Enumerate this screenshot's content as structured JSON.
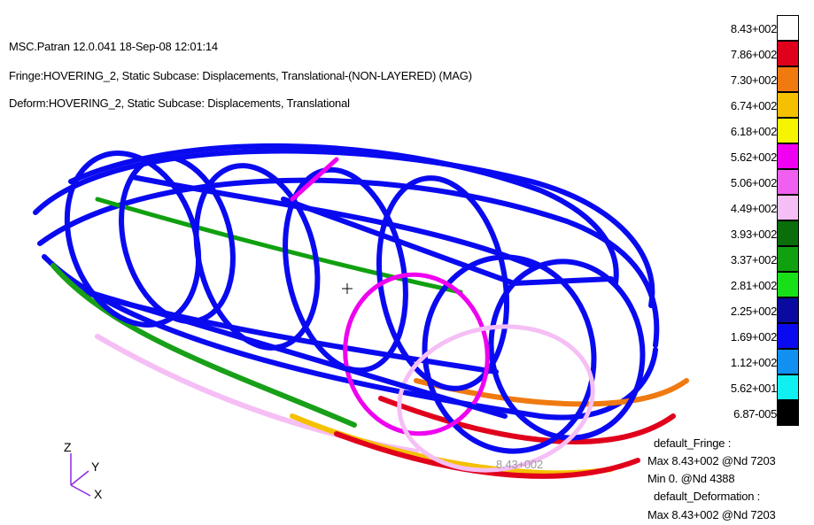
{
  "header": {
    "line1": "MSC.Patran 12.0.041 18-Sep-08 12:01:14",
    "line2": "Fringe:HOVERING_2, Static Subcase: Displacements, Translational-(NON-LAYERED) (MAG)",
    "line3": "Deform:HOVERING_2, Static Subcase: Displacements, Translational"
  },
  "legend": {
    "levels": [
      {
        "label": "8.43+002",
        "color": "#ffffff"
      },
      {
        "label": "7.86+002",
        "color": "#e0001c"
      },
      {
        "label": "7.30+002",
        "color": "#f07a10"
      },
      {
        "label": "6.74+002",
        "color": "#f5c000"
      },
      {
        "label": "6.18+002",
        "color": "#f5f500"
      },
      {
        "label": "5.62+002",
        "color": "#f000f0"
      },
      {
        "label": "5.06+002",
        "color": "#f060f0"
      },
      {
        "label": "4.49+002",
        "color": "#f5bff5"
      },
      {
        "label": "3.93+002",
        "color": "#0a6e0a"
      },
      {
        "label": "3.37+002",
        "color": "#10a010"
      },
      {
        "label": "2.81+002",
        "color": "#18e018"
      },
      {
        "label": "2.25+002",
        "color": "#0a0aa0"
      },
      {
        "label": "1.69+002",
        "color": "#0a0af0"
      },
      {
        "label": "1.12+002",
        "color": "#1090f0"
      },
      {
        "label": "5.62+001",
        "color": "#10f0f0"
      },
      {
        "label": "6.87-005",
        "color": "#000000"
      }
    ]
  },
  "info": {
    "fringe_title": "default_Fringe :",
    "fringe_max": "Max 8.43+002 @Nd 7203",
    "fringe_min": "Min 0. @Nd 4388",
    "deform_title": "default_Deformation :",
    "deform_max": "Max 8.43+002 @Nd 7203"
  },
  "triad": {
    "z": "Z",
    "y": "Y",
    "x": "X"
  },
  "max_marker": "8.43+002",
  "colors": {
    "frame_main": "#0a0af0",
    "frame_green": "#18a018",
    "frame_red": "#e0001c",
    "frame_orange": "#f07a10",
    "frame_pink": "#f5bff5",
    "frame_magenta": "#f000f0"
  }
}
